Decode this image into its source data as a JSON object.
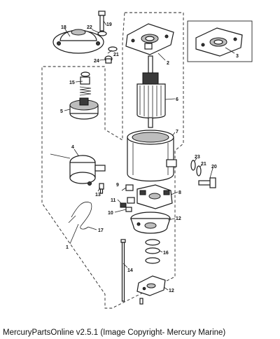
{
  "caption": "MercuryPartsOnline v2.5.1 (Image Copyright- Mercury Marine)",
  "callouts": {
    "c1": "1",
    "c2": "2",
    "c3": "3",
    "c4": "4",
    "c5": "5",
    "c6": "6",
    "c7": "7",
    "c8": "8",
    "c9": "9",
    "c10": "10",
    "c11": "11",
    "c12a": "12",
    "c12b": "12",
    "c13": "13",
    "c14": "14",
    "c15": "15",
    "c16": "16",
    "c17": "17",
    "c18": "18",
    "c19": "19",
    "c20": "20",
    "c21a": "21",
    "c21b": "21",
    "c22": "22",
    "c23": "23",
    "c24": "24"
  }
}
